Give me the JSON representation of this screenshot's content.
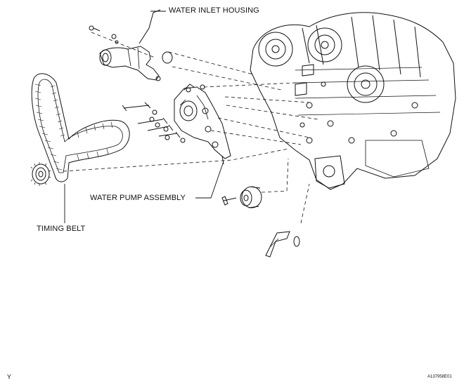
{
  "labels": {
    "water_inlet_housing": "WATER INLET HOUSING",
    "water_pump_assembly": "WATER PUMP ASSEMBLY",
    "timing_belt": "TIMING BELT"
  },
  "corner_mark": "Y",
  "illustration_code": "A137958E01",
  "colors": {
    "line": "#111111",
    "background": "#ffffff"
  }
}
